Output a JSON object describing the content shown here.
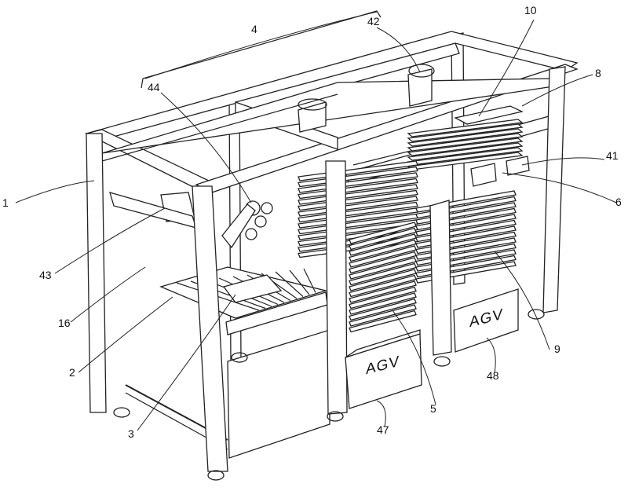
{
  "figure": {
    "labels": [
      "4",
      "42",
      "10",
      "8",
      "44",
      "41",
      "1",
      "6",
      "43",
      "16",
      "9",
      "48",
      "2",
      "5",
      "47",
      "3"
    ],
    "agv_text": "AGV"
  }
}
